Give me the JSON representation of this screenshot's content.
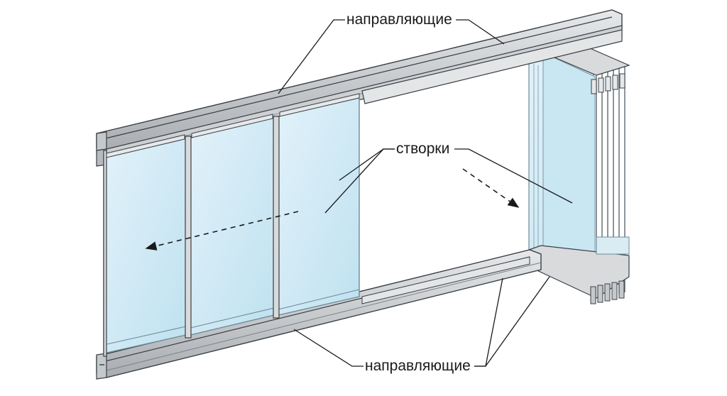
{
  "labels": {
    "top_guides": "направляющие",
    "sashes": "створки",
    "bottom_guides": "направляющие"
  },
  "colors": {
    "glass": "#cfe9f5",
    "glass_edge": "#6d8a97",
    "profile_light": "#d8dadc",
    "profile_dark": "#9ea2a6",
    "outline": "#3a3f44",
    "leader": "#1a1a1a"
  }
}
